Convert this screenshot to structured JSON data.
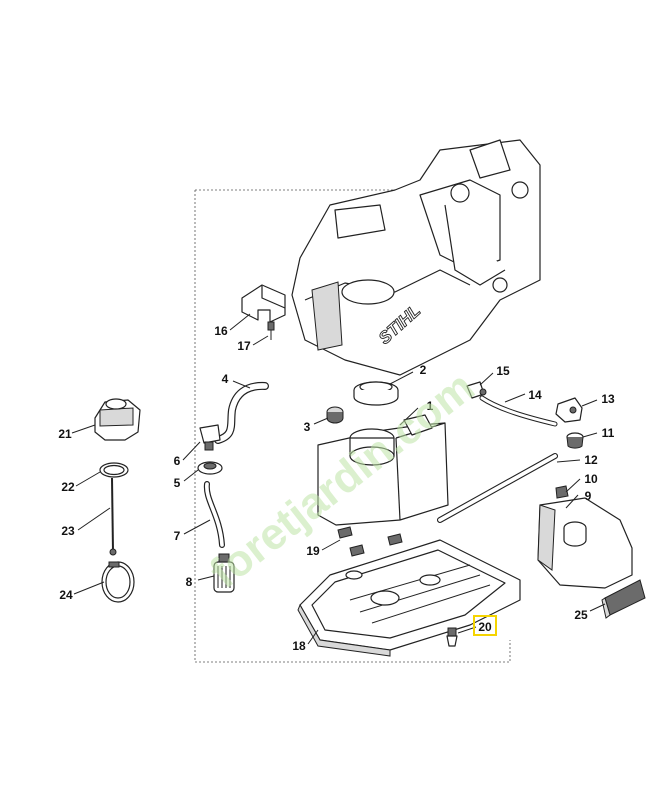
{
  "watermark": "foretjardin.com",
  "brand_logo": "STIHL",
  "colors": {
    "highlight": "#f5d400",
    "line": "#222222",
    "watermark": "#bde3a6"
  },
  "highlighted_label": "20",
  "callouts": [
    {
      "id": "1",
      "label": "1"
    },
    {
      "id": "2",
      "label": "2"
    },
    {
      "id": "3",
      "label": "3"
    },
    {
      "id": "4",
      "label": "4"
    },
    {
      "id": "5",
      "label": "5"
    },
    {
      "id": "6",
      "label": "6"
    },
    {
      "id": "7",
      "label": "7"
    },
    {
      "id": "8",
      "label": "8"
    },
    {
      "id": "9",
      "label": "9"
    },
    {
      "id": "10",
      "label": "10"
    },
    {
      "id": "11",
      "label": "11"
    },
    {
      "id": "12",
      "label": "12"
    },
    {
      "id": "13",
      "label": "13"
    },
    {
      "id": "14",
      "label": "14"
    },
    {
      "id": "15",
      "label": "15"
    },
    {
      "id": "16",
      "label": "16"
    },
    {
      "id": "17",
      "label": "17"
    },
    {
      "id": "18",
      "label": "18"
    },
    {
      "id": "19",
      "label": "19"
    },
    {
      "id": "20",
      "label": "20"
    },
    {
      "id": "21",
      "label": "21"
    },
    {
      "id": "22",
      "label": "22"
    },
    {
      "id": "23",
      "label": "23"
    },
    {
      "id": "24",
      "label": "24"
    },
    {
      "id": "25",
      "label": "25"
    }
  ]
}
